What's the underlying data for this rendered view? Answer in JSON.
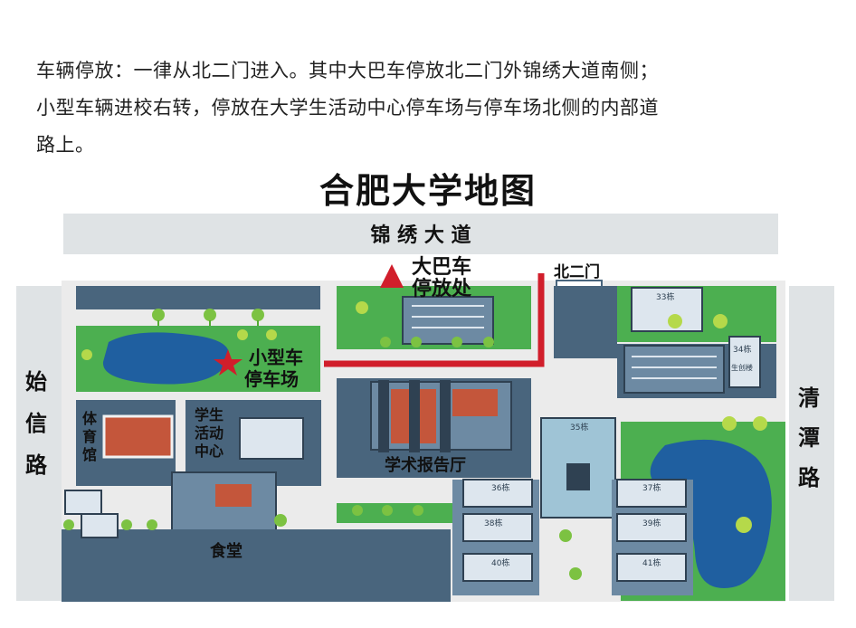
{
  "intro": {
    "line1": "车辆停放：一律从北二门进入。其中大巴车停放北二门外锦绣大道南侧；",
    "line2": "小型车辆进校右转，停放在大学生活动中心停车场与停车场北侧的内部道",
    "line3": "路上。"
  },
  "map": {
    "title": "合肥大学地图",
    "roads": {
      "north": "锦 绣 大 道",
      "west": [
        "始",
        "信",
        "路"
      ],
      "east": [
        "清",
        "潭",
        "路"
      ]
    },
    "gate": "北二门",
    "bus_parking": [
      "大巴车",
      "停放处"
    ],
    "car_parking": [
      "小型车",
      "停车场"
    ],
    "buildings": {
      "gym": [
        "体",
        "育",
        "馆"
      ],
      "activity_center": [
        "学生",
        "活动",
        "中心"
      ],
      "canteen": "食堂",
      "lecture_hall": "学术报告厅",
      "b33": "33栋",
      "b34": "34栋",
      "b34b": "生创楼",
      "b35": "35栋",
      "b36": "36栋",
      "b37": "37栋",
      "b38": "38栋",
      "b39": "39栋",
      "b40": "40栋",
      "b41": "41栋"
    },
    "colors": {
      "road": "#dfe3e5",
      "block": "#49657d",
      "grass": "#4caf50",
      "water": "#1f5fa0",
      "route": "#d11e2b"
    }
  }
}
